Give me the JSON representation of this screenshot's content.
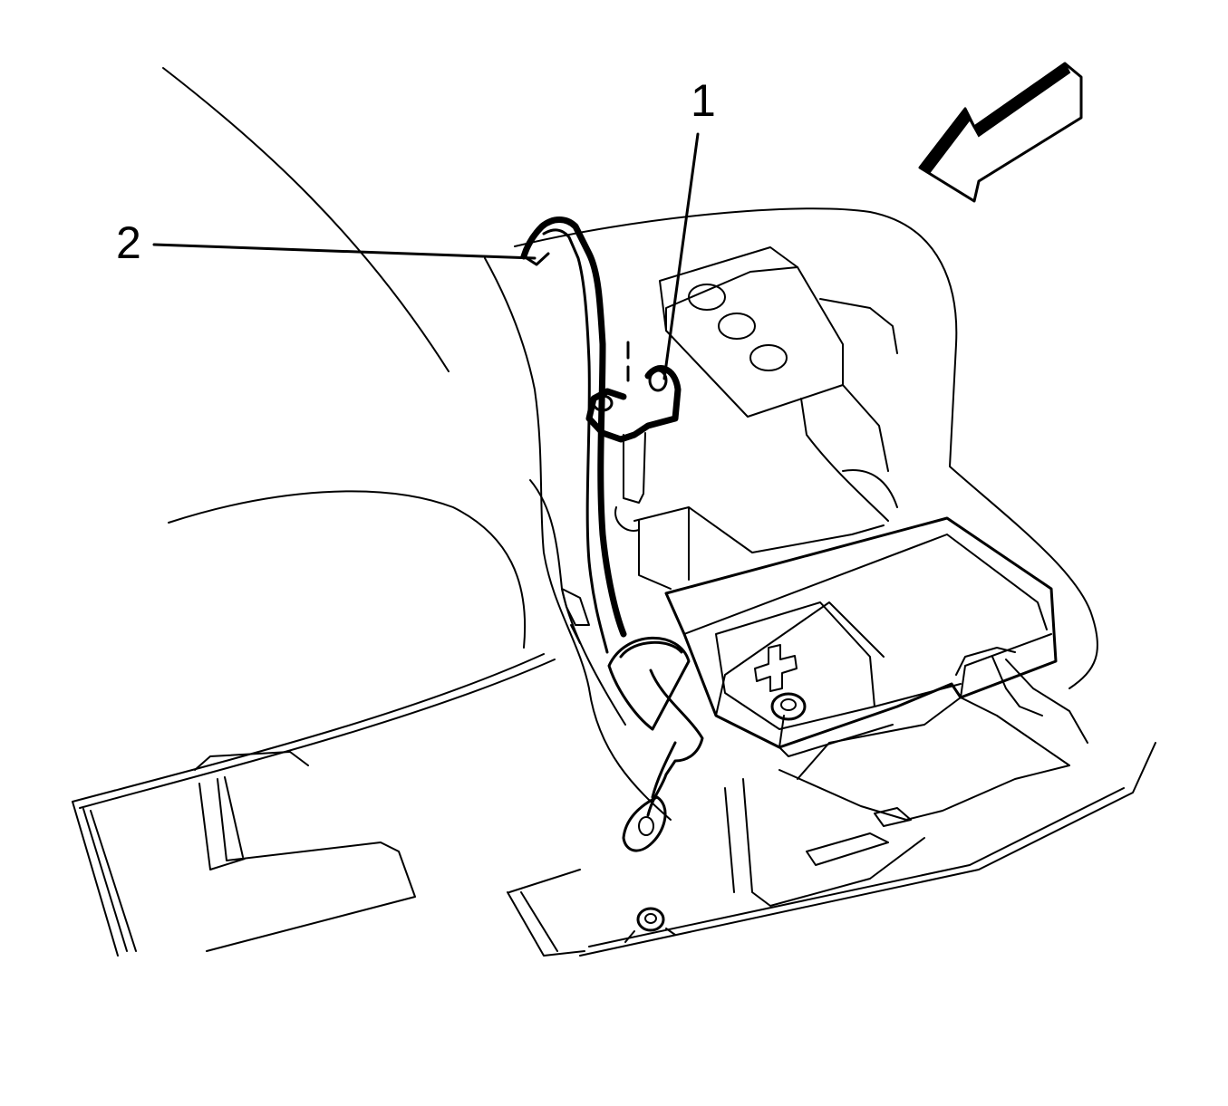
{
  "callouts": [
    {
      "id": "1",
      "label": "1"
    },
    {
      "id": "2",
      "label": "2"
    }
  ],
  "symbols": {
    "terminal_sign": "+",
    "direction_arrow": "arrow-icon"
  },
  "colors": {
    "line": "#000000",
    "background": "#ffffff"
  }
}
